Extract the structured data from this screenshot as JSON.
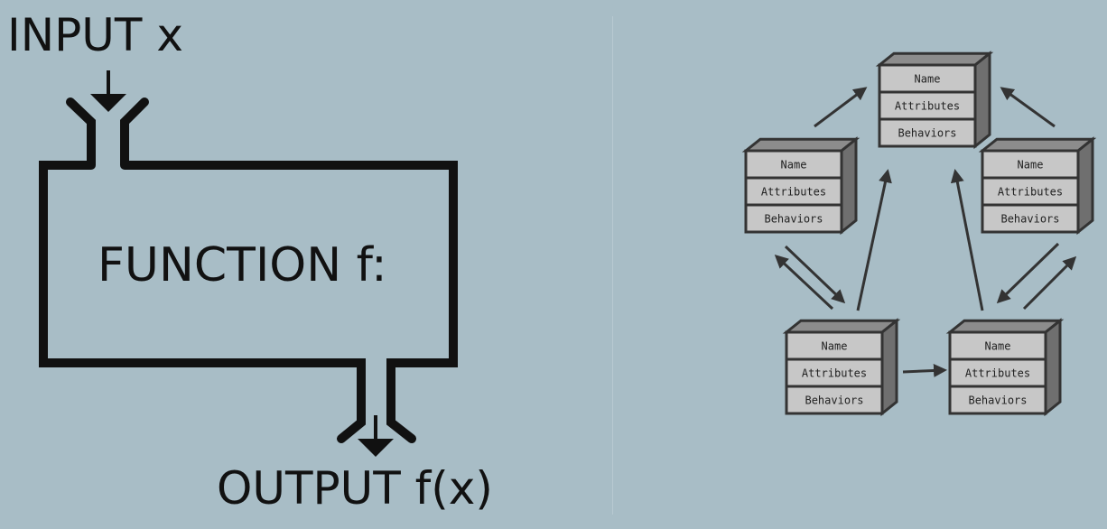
{
  "function_diagram": {
    "input_label": "INPUT x",
    "function_label": "FUNCTION f:",
    "output_label": "OUTPUT f(x)"
  },
  "object_diagram": {
    "objects": [
      {
        "id": "top",
        "rows": [
          "Name",
          "Attributes",
          "Behaviors"
        ]
      },
      {
        "id": "left",
        "rows": [
          "Name",
          "Attributes",
          "Behaviors"
        ]
      },
      {
        "id": "right",
        "rows": [
          "Name",
          "Attributes",
          "Behaviors"
        ]
      },
      {
        "id": "bottom-left",
        "rows": [
          "Name",
          "Attributes",
          "Behaviors"
        ]
      },
      {
        "id": "bottom-right",
        "rows": [
          "Name",
          "Attributes",
          "Behaviors"
        ]
      }
    ]
  }
}
